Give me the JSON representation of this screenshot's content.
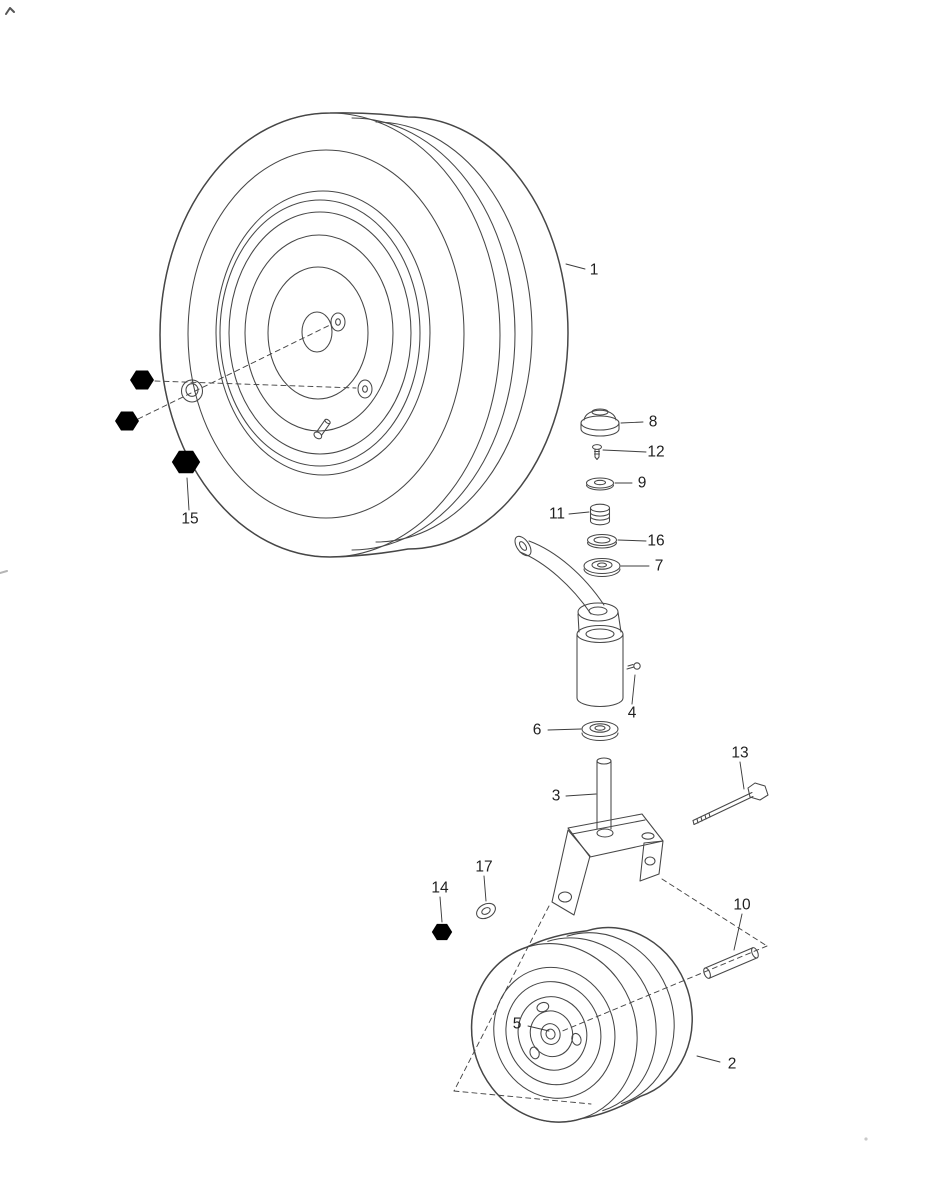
{
  "diagram": {
    "type": "exploded-parts-diagram",
    "background_color": "#ffffff",
    "line_color": "#474747",
    "label_color": "#1f1f1f",
    "callouts": [
      {
        "label": "1"
      },
      {
        "label": "2"
      },
      {
        "label": "3"
      },
      {
        "label": "4"
      },
      {
        "label": "5"
      },
      {
        "label": "6"
      },
      {
        "label": "7"
      },
      {
        "label": "8"
      },
      {
        "label": "9"
      },
      {
        "label": "10"
      },
      {
        "label": "11"
      },
      {
        "label": "12"
      },
      {
        "label": "13"
      },
      {
        "label": "14"
      },
      {
        "label": "15"
      },
      {
        "label": "16"
      },
      {
        "label": "17"
      }
    ]
  }
}
